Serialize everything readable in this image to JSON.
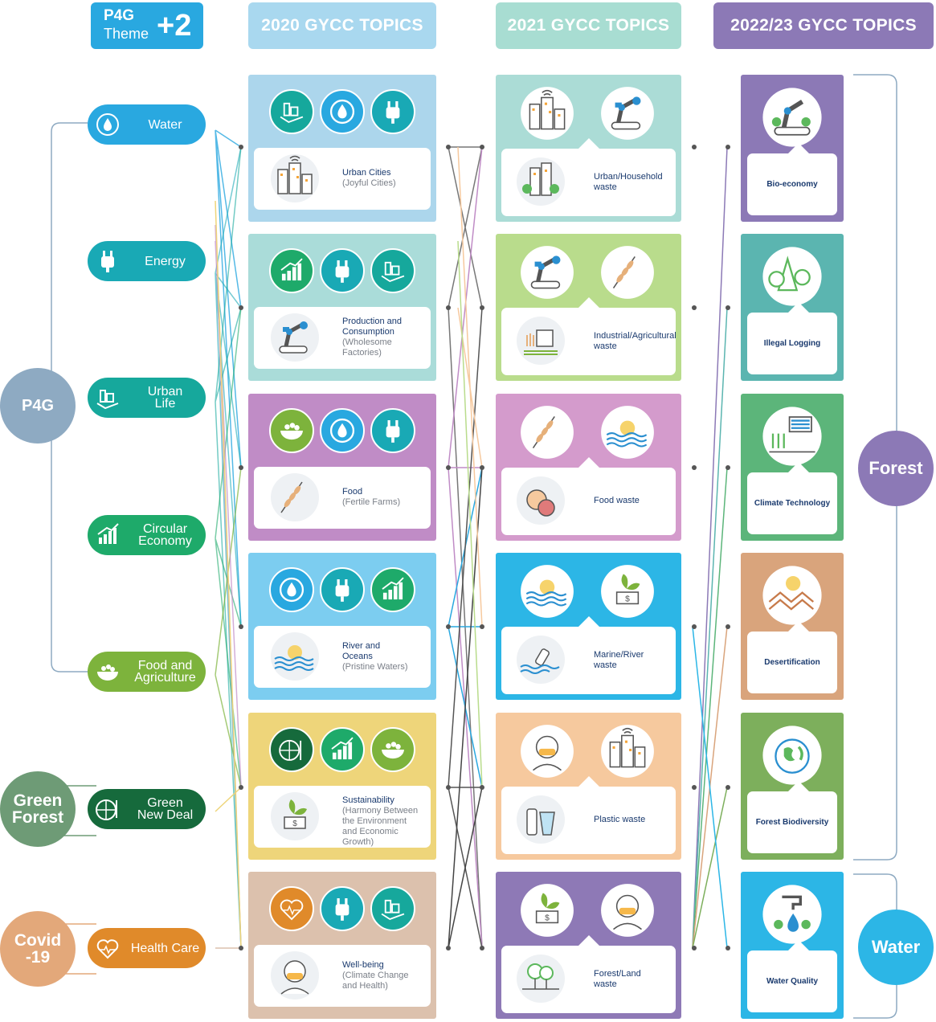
{
  "header": {
    "theme_p4g": "P4G",
    "theme_word": "Theme",
    "theme_plus": "+2",
    "col2020": "2020 GYCC TOPICS",
    "col2021": "2021 GYCC TOPICS",
    "col2022": "2022/23 GYCC TOPICS"
  },
  "groups": {
    "p4g": "P4G",
    "green_forest_1": "Green",
    "green_forest_2": "Forest",
    "covid_1": "Covid",
    "covid_2": "-19",
    "forest": "Forest",
    "water": "Water"
  },
  "themes": [
    {
      "label_1": "Water",
      "label_2": "",
      "color": "#29a8e0",
      "icon": "water-cycle-icon"
    },
    {
      "label_1": "Energy",
      "label_2": "",
      "color": "#19a9b5",
      "icon": "plug-icon"
    },
    {
      "label_1": "Urban",
      "label_2": "Life",
      "color": "#16a89c",
      "icon": "city-hand-icon"
    },
    {
      "label_1": "Circular",
      "label_2": "Economy",
      "color": "#1eaa6a",
      "icon": "growth-chart-icon"
    },
    {
      "label_1": "Food and",
      "label_2": "Agriculture",
      "color": "#7db33c",
      "icon": "food-bowl-icon"
    },
    {
      "label_1": "Green",
      "label_2": "New Deal",
      "color": "#166a3c",
      "icon": "globe-turbine-icon"
    },
    {
      "label_1": "Health Care",
      "label_2": "",
      "color": "#e08a2a",
      "icon": "health-heart-icon"
    }
  ],
  "topics2020": [
    {
      "title": "Urban Cities",
      "sub_1": "(Joyful Cities)",
      "sub_2": "",
      "sub_3": "",
      "color": "#acd6ec",
      "icons": [
        "city-hand-icon",
        "water-cycle-icon",
        "plug-icon"
      ],
      "main_icon": "city-wifi-icon"
    },
    {
      "title": "Production and",
      "title_2": "Consumption",
      "sub_1": "(Wholesome",
      "sub_2": "Factories)",
      "sub_3": "",
      "color": "#aadcd9",
      "icons": [
        "growth-chart-icon",
        "plug-icon",
        "city-hand-icon"
      ],
      "main_icon": "robot-arm-icon"
    },
    {
      "title": "Food",
      "sub_1": "(Fertile Farms)",
      "sub_2": "",
      "sub_3": "",
      "color": "#c08cc6",
      "icons": [
        "food-bowl-icon",
        "water-cycle-icon",
        "plug-icon"
      ],
      "main_icon": "wheat-icon"
    },
    {
      "title": "River and",
      "title_2": "Oceans",
      "sub_1": "(Pristine Waters)",
      "sub_2": "",
      "sub_3": "",
      "color": "#7ccdf0",
      "icons": [
        "water-cycle-icon",
        "plug-icon",
        "growth-chart-icon"
      ],
      "main_icon": "sun-waves-icon"
    },
    {
      "title": "Sustainability",
      "sub_1": "(Harmony Between",
      "sub_2": "the Environment",
      "sub_3": "and Economic Growth)",
      "color": "#eed57a",
      "icons": [
        "globe-turbine-icon",
        "growth-chart-icon",
        "food-bowl-icon"
      ],
      "main_icon": "money-plant-icon"
    },
    {
      "title": "Well-being",
      "sub_1": "(Climate Change",
      "sub_2": "and Health)",
      "sub_3": "",
      "color": "#dcc1ad",
      "icons": [
        "health-heart-icon",
        "plug-icon",
        "city-hand-icon"
      ],
      "main_icon": "masked-person-icon"
    }
  ],
  "topics2021": [
    {
      "title": "Urban/Household",
      "title_2": "waste",
      "color": "#abdcd6",
      "icons": [
        "city-wifi-icon",
        "robot-arm-icon"
      ],
      "main_icon": "city-trees-icon"
    },
    {
      "title": "Industrial/Agricultural",
      "title_2": "waste",
      "color": "#b9dc8c",
      "icons": [
        "robot-arm-icon",
        "wheat-icon"
      ],
      "main_icon": "factory-field-icon"
    },
    {
      "title": "Food waste",
      "title_2": "",
      "color": "#d49bcc",
      "icons": [
        "wheat-icon",
        "sun-waves-icon"
      ],
      "main_icon": "food-plate-icon"
    },
    {
      "title": "Marine/River",
      "title_2": "waste",
      "color": "#2cb6e6",
      "icons": [
        "sun-waves-icon",
        "money-plant-icon"
      ],
      "main_icon": "bottle-water-icon"
    },
    {
      "title": "Plastic waste",
      "title_2": "",
      "color": "#f6c99e",
      "icons": [
        "masked-person-icon",
        "city-wifi-icon"
      ],
      "main_icon": "plastic-cup-icon"
    },
    {
      "title": "Forest/Land",
      "title_2": "waste",
      "color": "#8e79b6",
      "icons": [
        "money-plant-icon",
        "masked-person-icon"
      ],
      "main_icon": "tree-land-icon"
    }
  ],
  "topics2022": [
    {
      "title": "Bio-economy",
      "color": "#8c79b6",
      "icon": "bio-robot-icon"
    },
    {
      "title": "Illegal Logging",
      "color": "#5bb5b0",
      "icon": "trees-icon"
    },
    {
      "title": "Climate Technology",
      "color": "#5cb57a",
      "icon": "solar-tech-icon"
    },
    {
      "title": "Desertification",
      "color": "#d9a47c",
      "icon": "desert-icon"
    },
    {
      "title": "Forest Biodiversity",
      "color": "#7daf5c",
      "icon": "earth-cycle-icon"
    },
    {
      "title": "Water Quality",
      "color": "#2cb6e6",
      "icon": "tap-water-icon"
    }
  ],
  "colors": {
    "header2020": "#a9d8ef",
    "header2021": "#a8ddd2",
    "header2022": "#8c79b6",
    "p4g_circle": "#8eaac2",
    "green_forest_circle": "#6e9b76",
    "covid_circle": "#e3a87a",
    "forest_circle": "#8c79b6",
    "water_circle": "#2cb6e6"
  }
}
